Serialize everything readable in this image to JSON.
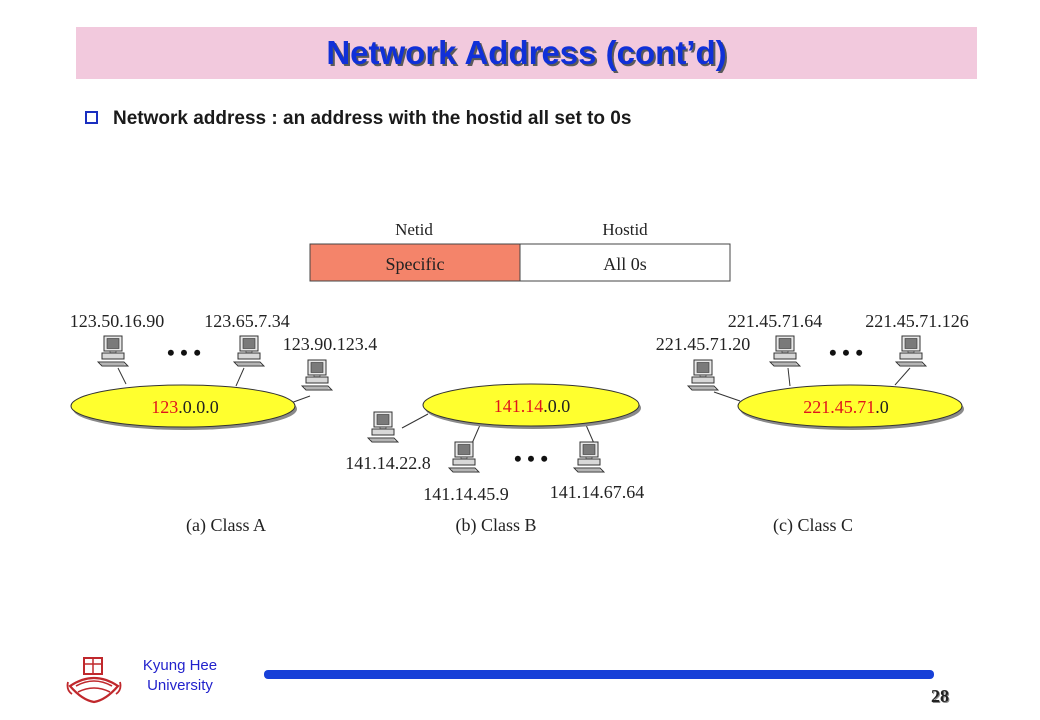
{
  "slide": {
    "title": "Network Address (cont’d)",
    "bullet": "Network address : an address with the hostid all set to 0s",
    "page_number": "28"
  },
  "footer": {
    "university_line1": "Kyung Hee",
    "university_line2": "University"
  },
  "format": {
    "netid_header": "Netid",
    "hostid_header": "Hostid",
    "netid_value": "Specific",
    "hostid_value": "All 0s"
  },
  "networks": {
    "a": {
      "caption": "(a) Class A",
      "net_prefix": "123",
      "net_suffix": ".0.0.0",
      "hosts": [
        "123.50.16.90",
        "123.65.7.34",
        "123.90.123.4"
      ]
    },
    "b": {
      "caption": "(b) Class B",
      "net_prefix": "141.14",
      "net_suffix": ".0.0",
      "hosts": [
        "141.14.22.8",
        "141.14.45.9",
        "141.14.67.64"
      ]
    },
    "c": {
      "caption": "(c) Class C",
      "net_prefix": "221.45.71",
      "net_suffix": ".0",
      "hosts": [
        "221.45.71.20",
        "221.45.71.64",
        "221.45.71.126"
      ]
    }
  },
  "ellipsis": "• • •",
  "colors": {
    "title_text": "#1030d8",
    "title_band": "#f2c9dd",
    "netid_fill": "#f4846a",
    "network_fill": "#ffff2e",
    "network_prefix_text": "#e0141c",
    "footer_line": "#1740d8",
    "logo_red": "#c0282c"
  },
  "icons": {
    "bullet": "hollow-square-icon",
    "host": "desktop-computer-icon",
    "logo": "university-crest-icon"
  }
}
